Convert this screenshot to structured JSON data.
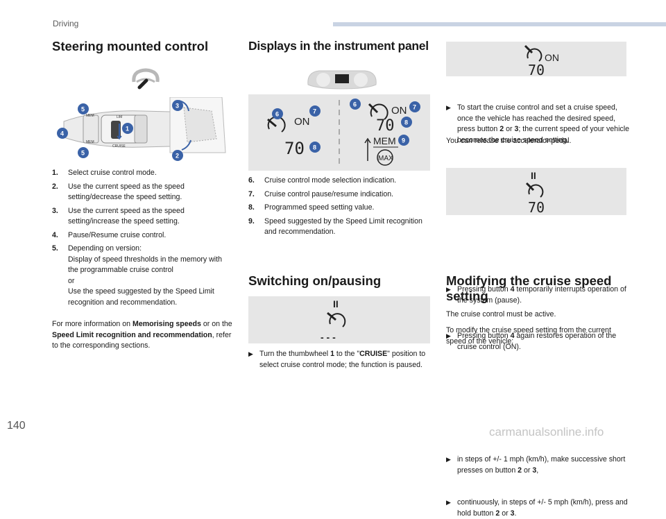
{
  "header": {
    "section": "Driving",
    "page_number": "140"
  },
  "watermark": "carmanualsonline.info",
  "steering": {
    "title": "Steering mounted control",
    "diagram_labels": {
      "lim": "LIM",
      "cruise": "CRUISE",
      "mem": "MEM"
    },
    "items": [
      {
        "n": "1.",
        "text": "Select cruise control mode."
      },
      {
        "n": "2.",
        "text": "Use the current speed as the speed setting/decrease the speed setting."
      },
      {
        "n": "3.",
        "text": "Use the current speed as the speed setting/increase the speed setting."
      },
      {
        "n": "4.",
        "text": "Pause/Resume cruise control."
      },
      {
        "n": "5.",
        "text": "Depending on version:"
      }
    ],
    "item5_detail": {
      "a": "Display of speed thresholds in the memory with the programmable cruise control",
      "or": "or",
      "b": "Use the speed suggested by the Speed Limit recognition and recommendation."
    },
    "info": {
      "prefix": "For more information on ",
      "link1": "Memorising speeds",
      "mid": " or on the ",
      "link2": "Speed Limit recognition and recommendation",
      "suffix": ", refer to the corresponding sections."
    }
  },
  "displays": {
    "title": "Displays in the instrument panel",
    "panel": {
      "on": "ON",
      "speed": "70",
      "mem": "MEM",
      "max": "MAX"
    },
    "items": [
      {
        "n": "6.",
        "text": "Cruise control mode selection indication."
      },
      {
        "n": "7.",
        "text": "Cruise control pause/resume indication."
      },
      {
        "n": "8.",
        "text": "Programmed speed setting value."
      },
      {
        "n": "9.",
        "text": "Speed suggested by the Speed Limit recognition and recommendation."
      }
    ]
  },
  "switching": {
    "title": "Switching on/pausing",
    "panel": {
      "pause": "II",
      "dashes": "- - -"
    },
    "bullet_pre": "Turn the thumbwheel ",
    "bullet_num": "1",
    "bullet_mid": " to the \"",
    "bullet_cruise": "CRUISE",
    "bullet_post": "\" position to select cruise control mode; the function is paused."
  },
  "right": {
    "panel1": {
      "on": "ON",
      "speed": "70"
    },
    "start_pre": "To start the cruise control and set a cruise speed, once the vehicle has reached the desired speed, press button ",
    "start_b1": "2",
    "start_mid": " or ",
    "start_b2": "3",
    "start_post": "; the current speed of your vehicle becomes the cruise speed setting.",
    "release": "You can release the accelerator pedal.",
    "panel2": {
      "pause": "II",
      "speed": "70"
    },
    "pause_pre": "Pressing button ",
    "pause_b": "4",
    "pause_post": " temporarily interrupts operation of the system (pause).",
    "restore_pre": "Pressing button ",
    "restore_b": "4",
    "restore_post": " again restores operation of the cruise control (ON)."
  },
  "modify": {
    "title": "Modifying the cruise speed setting",
    "active": "The cruise control must be active.",
    "intro": "To modify the cruise speed setting from the current speed of the vehicle:",
    "b1_pre": "in steps of +/- 1 mph (km/h), make successive short presses on button ",
    "b1_x": "2",
    "b1_mid": " or ",
    "b1_y": "3",
    "b1_post": ",",
    "b2_pre": "continuously, in steps of +/- 5 mph (km/h), press and hold button ",
    "b2_x": "2",
    "b2_mid": " or ",
    "b2_y": "3",
    "b2_post": "."
  },
  "colors": {
    "accent": "#3a62a7",
    "topbar": "#c9d3e3",
    "panel": "#e6e6e6"
  }
}
